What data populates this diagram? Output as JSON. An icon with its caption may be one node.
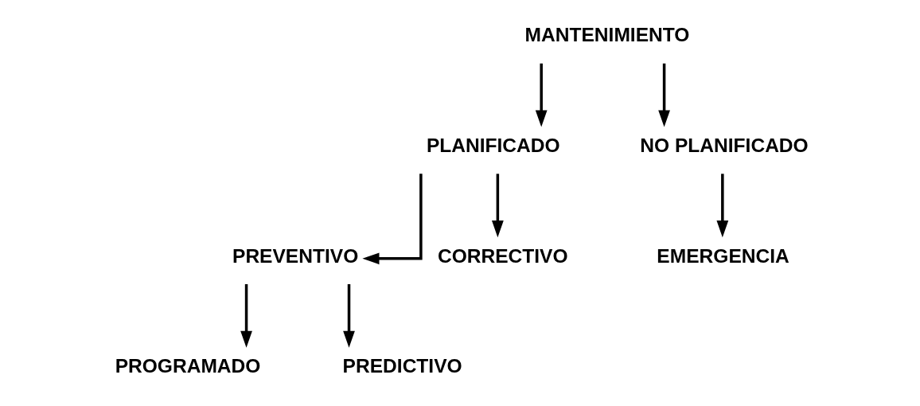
{
  "diagram": {
    "nodes": [
      {
        "text": [
          "MANTENIMIENTO"
        ]
      },
      {
        "text": [
          "PLANIFICADO"
        ]
      },
      {
        "text": [
          "NO PLANIFICADO"
        ]
      },
      {
        "text": [
          "PREVENTIVO"
        ]
      },
      {
        "text": [
          "PROGRAMADO"
        ]
      },
      {
        "text": [
          "PREDICTIVO"
        ]
      },
      {
        "text": [
          "CORRECTIVO"
        ]
      },
      {
        "text": [
          "EMERGENCIA"
        ]
      }
    ],
    "edges": [
      {
        "from": 0,
        "to": 1,
        "arrow": "to"
      },
      {
        "from": 0,
        "to": 2,
        "arrow": "to"
      },
      {
        "from": 1,
        "to": 3,
        "arrow": "to"
      },
      {
        "from": 1,
        "to": 6,
        "arrow": "to"
      },
      {
        "from": 3,
        "to": 4,
        "arrow": "to"
      },
      {
        "from": 3,
        "to": 5,
        "arrow": "to"
      },
      {
        "from": 2,
        "to": 7,
        "arrow": "to"
      }
    ]
  }
}
